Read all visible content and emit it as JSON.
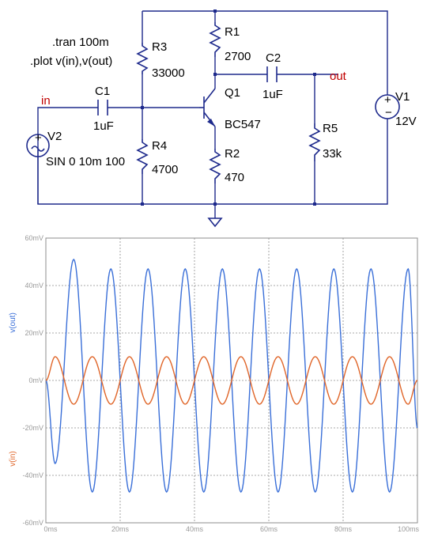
{
  "schematic": {
    "directives": [
      ".tran 100m",
      ".plot v(in),v(out)"
    ],
    "nets": {
      "in": "in",
      "out": "out"
    },
    "components": {
      "R1": {
        "name": "R1",
        "value": "2700"
      },
      "R2": {
        "name": "R2",
        "value": "470"
      },
      "R3": {
        "name": "R3",
        "value": "33000"
      },
      "R4": {
        "name": "R4",
        "value": "4700"
      },
      "R5": {
        "name": "R5",
        "value": "33k"
      },
      "C1": {
        "name": "C1",
        "value": "1uF"
      },
      "C2": {
        "name": "C2",
        "value": "1uF"
      },
      "Q1": {
        "name": "Q1",
        "value": "BC547"
      },
      "V1": {
        "name": "V1",
        "value": "12V"
      },
      "V2": {
        "name": "V2",
        "value": "SIN 0 10m 100"
      }
    },
    "colors": {
      "wire": "#1e2a8c",
      "net_label": "#c00000"
    }
  },
  "chart_data": {
    "type": "line",
    "xlabel": "",
    "ylabel": "",
    "xlim": [
      0,
      100
    ],
    "ylim": [
      -60,
      60
    ],
    "x_ticks": [
      "0ms",
      "20ms",
      "40ms",
      "60ms",
      "80ms",
      "100ms"
    ],
    "y_ticks": [
      "60mV",
      "40mV",
      "20mV",
      "0mV",
      "-20mV",
      "-40mV",
      "-60mV"
    ],
    "grid": true,
    "series": [
      {
        "name": "v(out)",
        "color": "#3a6fd8",
        "frequency_hz": 100,
        "amplitude_mV": 47,
        "phase": "inverted",
        "x": [
          0,
          2.5,
          7.5,
          12.5,
          17.5,
          22.5,
          27.5,
          32.5,
          37.5,
          42.5,
          47.5,
          52.5,
          57.5,
          62.5,
          67.5,
          72.5,
          77.5,
          82.5,
          87.5,
          92.5,
          97.5,
          100
        ],
        "y": [
          0,
          -35,
          51,
          -47,
          47,
          -47,
          47,
          -47,
          47,
          -47,
          47,
          -47,
          47,
          -47,
          47,
          -47,
          47,
          -47,
          47,
          -47,
          47,
          -20
        ]
      },
      {
        "name": "v(in)",
        "color": "#e0662a",
        "frequency_hz": 100,
        "amplitude_mV": 10,
        "phase": "normal",
        "x": [
          0,
          2.5,
          7.5,
          12.5,
          17.5,
          22.5,
          27.5,
          32.5,
          37.5,
          42.5,
          47.5,
          52.5,
          57.5,
          62.5,
          67.5,
          72.5,
          77.5,
          82.5,
          87.5,
          92.5,
          97.5,
          100
        ],
        "y": [
          0,
          10,
          -10,
          10,
          -10,
          10,
          -10,
          10,
          -10,
          10,
          -10,
          10,
          -10,
          10,
          -10,
          10,
          -10,
          10,
          -10,
          10,
          -10,
          0
        ]
      }
    ]
  }
}
